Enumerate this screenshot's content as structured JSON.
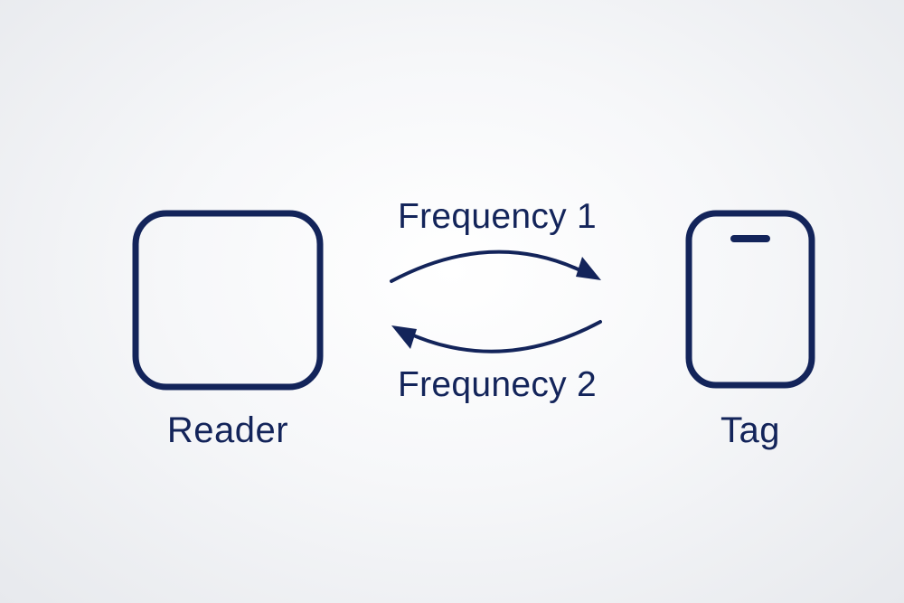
{
  "nodes": {
    "reader": {
      "label": "Reader"
    },
    "tag": {
      "label": "Tag"
    }
  },
  "links": {
    "forward": {
      "label": "Frequency 1",
      "direction": "reader-to-tag"
    },
    "backward": {
      "label": "Frequnecy 2",
      "direction": "tag-to-reader"
    }
  },
  "colors": {
    "stroke": "#13245a",
    "background": "#f4f5f7"
  }
}
